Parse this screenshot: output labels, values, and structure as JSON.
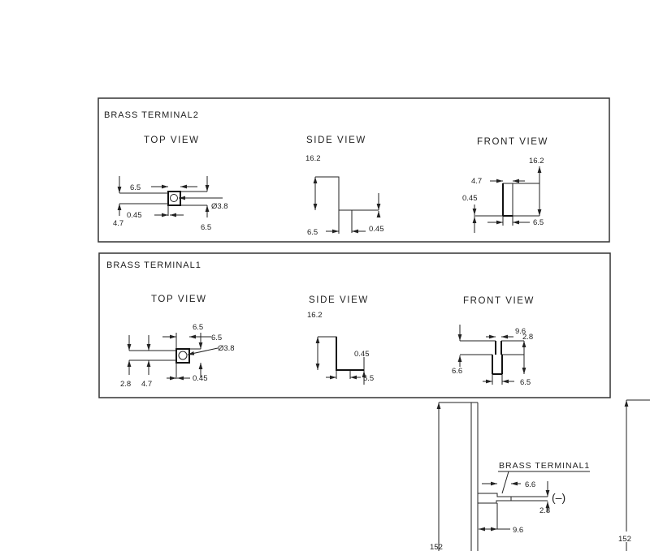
{
  "terminal2": {
    "title": "BRASS TERMINAL2",
    "top": {
      "label": "TOP VIEW",
      "dims": [
        "6.5",
        "0.45",
        "4.7",
        "Ø3.8",
        "6.5"
      ]
    },
    "side": {
      "label": "SIDE VIEW",
      "dims": [
        "16.2",
        "6.5",
        "0.45"
      ]
    },
    "front": {
      "label": "FRONT VIEW",
      "dims": [
        "16.2",
        "4.7",
        "0.45",
        "6.5"
      ]
    }
  },
  "terminal1": {
    "title": "BRASS TERMINAL1",
    "top": {
      "label": "TOP VIEW",
      "dims": [
        "6.5",
        "6.5",
        "Ø3.8",
        "0.45",
        "2.8",
        "4.7"
      ]
    },
    "side": {
      "label": "SIDE VIEW",
      "dims": [
        "16.2",
        "0.45",
        "6.5"
      ]
    },
    "front": {
      "label": "FRONT VIEW",
      "dims": [
        "9.6",
        "2.8",
        "6.6",
        "6.5"
      ]
    }
  },
  "assembly": {
    "label": "BRASS TERMINAL1",
    "polarity": "(–)",
    "dims": [
      "6.6",
      "2.8",
      "9.6",
      "152",
      "152"
    ]
  }
}
